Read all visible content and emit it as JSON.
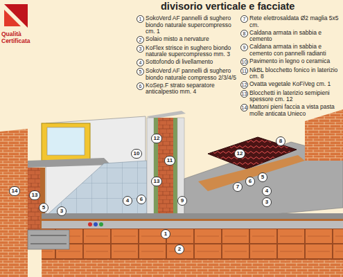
{
  "diagram": {
    "title": "divisorio verticale e facciate",
    "nodes": [
      {
        "text": [
          "1",
          "SokoVerd AF pannelli di sughero biondo naturale supercompresso cm. 1"
        ]
      },
      {
        "text": [
          "2",
          "Solaio misto a nervature"
        ]
      },
      {
        "text": [
          "3",
          "KoFlex strisce in sughero biondo naturale supercompresso mm. 3"
        ]
      },
      {
        "text": [
          "4",
          "Sottofondo di livellamento"
        ]
      },
      {
        "text": [
          "5",
          "SokoVerd AF pannelli di sughero biondo naturale compresso 2/3/4/5"
        ]
      },
      {
        "text": [
          "6",
          "KoSep.F strato separatore anticalpestio mm. 4"
        ]
      },
      {
        "text": [
          "7",
          "Rete elettrosaldata Ø2 maglia 5x5 cm."
        ]
      },
      {
        "text": [
          "8",
          "Caldana armata in sabbia e cemento"
        ]
      },
      {
        "text": [
          "9",
          "Caldana armata in sabbia e cemento con pannelli radianti"
        ]
      },
      {
        "text": [
          "10",
          "Pavimento in legno o ceramica"
        ]
      },
      {
        "text": [
          "11",
          "NkBL blocchetto fonico in laterizio cm. 8"
        ]
      },
      {
        "text": [
          "12",
          "Ovatta vegetale KoFiVeg cm. 1"
        ]
      },
      {
        "text": [
          "13",
          "Blocchetti in laterizio semipieni spessore cm. 12"
        ]
      },
      {
        "text": [
          "14",
          "Mattoni pieni faccia a vista pasta molle anticata Unieco"
        ]
      },
      {
        "text": [
          "14"
        ]
      },
      {
        "text": [
          "13"
        ]
      },
      {
        "text": [
          "5"
        ]
      },
      {
        "text": [
          "10"
        ]
      },
      {
        "text": [
          "12"
        ]
      },
      {
        "text": [
          "11"
        ]
      },
      {
        "text": [
          "13"
        ]
      },
      {
        "text": [
          "3"
        ]
      },
      {
        "text": [
          "9"
        ]
      },
      {
        "text": [
          "12"
        ]
      },
      {
        "text": [
          "8"
        ]
      },
      {
        "text": [
          "7"
        ]
      },
      {
        "text": [
          "6"
        ]
      },
      {
        "text": [
          "5"
        ]
      },
      {
        "text": [
          "4"
        ]
      },
      {
        "text": [
          "3"
        ]
      },
      {
        "text": [
          "4"
        ]
      },
      {
        "text": [
          "6"
        ]
      },
      {
        "text": [
          "1"
        ]
      },
      {
        "text": [
          "2"
        ]
      }
    ],
    "labels": [
      "Qualità Certificata"
    ]
  }
}
